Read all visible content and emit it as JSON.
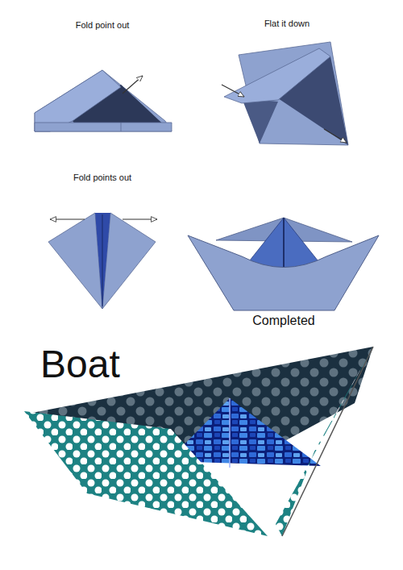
{
  "diagram": {
    "title": "Boat",
    "labels": [
      "Fold point out",
      "Flat it down",
      "Fold points out",
      "Completed"
    ]
  }
}
